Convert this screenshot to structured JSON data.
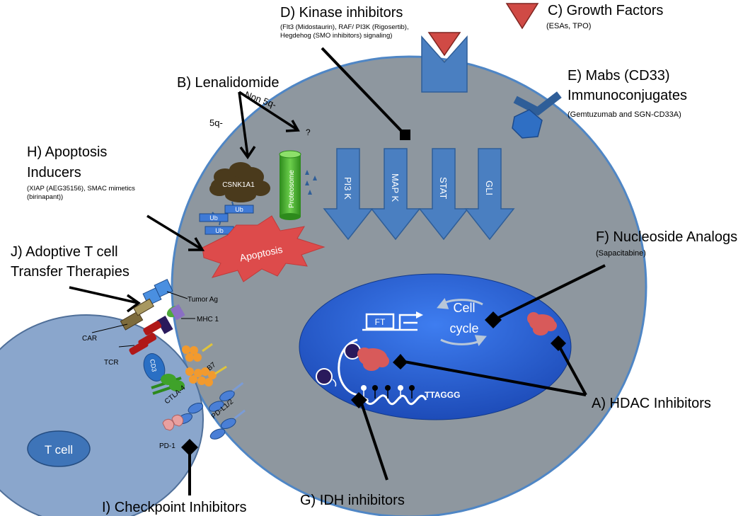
{
  "labels": {
    "d_title": "D) Kinase inhibitors",
    "d_sub1": "(Flt3 (Midostaurin), RAF/ PI3K (Rigosertib),",
    "d_sub2": "Hegdehog (SMO inhibitors) signaling)",
    "c_title": "C) Growth Factors",
    "c_sub": "(ESAs,  TPO)",
    "e_title1": "E) Mabs (CD33)",
    "e_title2": "Immunoconjugates",
    "e_sub": "(Gemtuzumab and SGN-CD33A)",
    "b_title": "B) Lenalidomide",
    "b_non5q": "Non 5q-",
    "b_5q": "5q-",
    "b_question": "?",
    "h_title1": "H) Apoptosis",
    "h_title2": "Inducers",
    "h_sub1": "(XIAP (AEG35156), SMAC mimetics",
    "h_sub2": "(birinapant))",
    "j_title1": "J) Adoptive T cell",
    "j_title2": "Transfer Therapies",
    "f_title": "F) Nucleoside Analogs",
    "f_sub": "(Sapacitabine)",
    "a_title": "A) HDAC Inhibitors",
    "g_title": "G) IDH inhibitors",
    "i_title": "I) Checkpoint Inhibitors"
  },
  "cell": {
    "csnk1a1": "CSNK1A1",
    "ub": "Ub",
    "proteosome": "Proteosome",
    "apoptosis": "Apoptosis",
    "pathways": [
      "PI3 K",
      "MAP K",
      "STAT",
      "GLI"
    ],
    "ft": "FT",
    "cell_cycle_1": "Cell",
    "cell_cycle_2": "cycle",
    "telomere": "TTAGGG"
  },
  "tcell": {
    "name": "T cell",
    "tumor_ag": "Tumor Ag",
    "mhc1": "MHC 1",
    "car": "CAR",
    "tcr": "TCR",
    "cd3": "CD3",
    "b7": "B7",
    "ctla4": "CTLA-4",
    "pdl": "PD-L1/2",
    "pd1": "PD-1"
  },
  "colors": {
    "cell_fill": "#8e979f",
    "nucleus": "#1f5fd6",
    "tcell": "#8aa6cc",
    "arrow_blue": "#4a7fc1",
    "csnk": "#4a3a1c",
    "proteosome": "#3fa22a",
    "apoptosis": "#dd4b4b",
    "growth_factor": "#d04a45",
    "hdac_blob": "#d85a5a",
    "b7": "#f29a2e"
  }
}
